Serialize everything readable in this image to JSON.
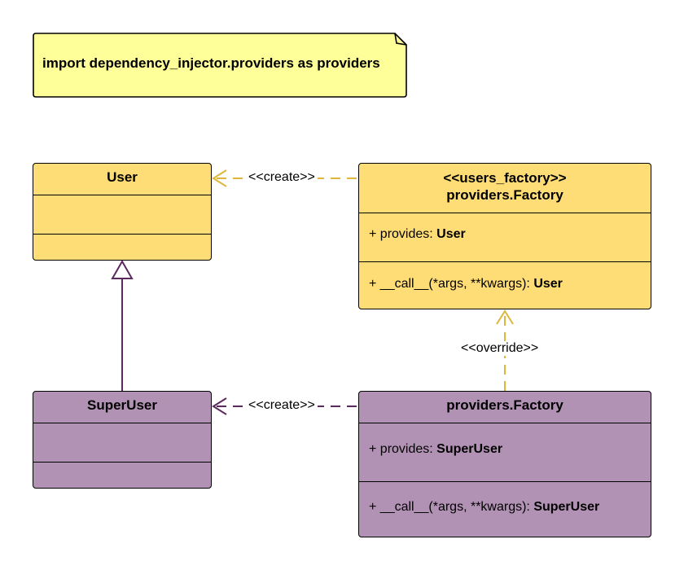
{
  "note": {
    "text": "import dependency_injector.providers as providers"
  },
  "user_class": {
    "name": "User"
  },
  "superuser_class": {
    "name": "SuperUser"
  },
  "users_factory": {
    "stereotype": "<<users_factory>>",
    "name": "providers.Factory",
    "provides_prefix": "+ provides: ",
    "provides_type": "User",
    "call_prefix": "+ __call__(*args, **kwargs): ",
    "call_type": "User"
  },
  "override_factory": {
    "name": "providers.Factory",
    "provides_prefix": "+ provides: ",
    "provides_type": "SuperUser",
    "call_prefix": "+ __call__(*args, **kwargs): ",
    "call_type": "SuperUser"
  },
  "relations": {
    "create_user": "<<create>>",
    "create_superuser": "<<create>>",
    "override": "<<override>>"
  },
  "colors": {
    "yellow_fill": "#ffdd76",
    "purple_fill": "#b292b4",
    "note_fill": "#ffff99",
    "yellow_line": "#e0b53c",
    "purple_line": "#5b2a5e"
  }
}
